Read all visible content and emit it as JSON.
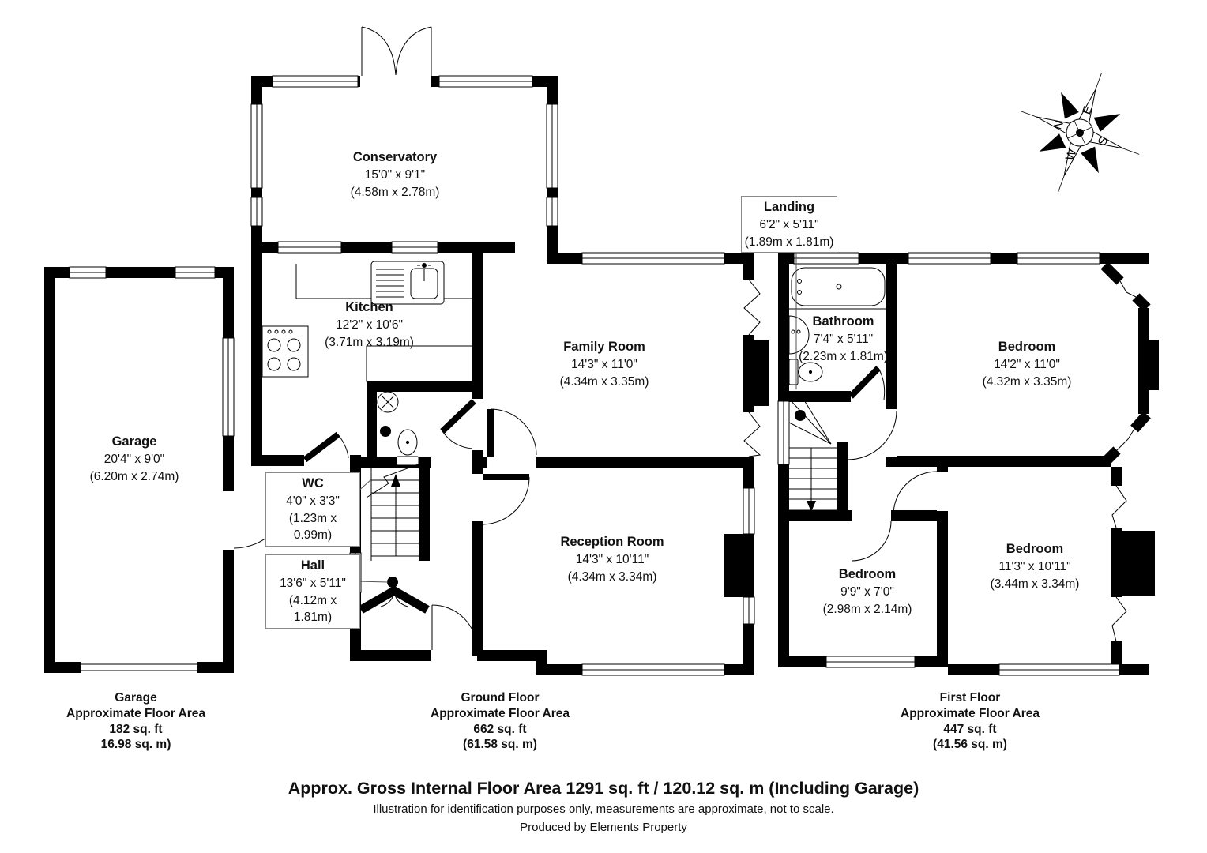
{
  "rooms": {
    "garage": {
      "name": "Garage",
      "imperial": "20'4\" x 9'0\"",
      "metric": "(6.20m x 2.74m)"
    },
    "conservatory": {
      "name": "Conservatory",
      "imperial": "15'0\" x 9'1\"",
      "metric": "(4.58m x 2.78m)"
    },
    "kitchen": {
      "name": "Kitchen",
      "imperial": "12'2\" x 10'6\"",
      "metric": "(3.71m x 3.19m)"
    },
    "family_room": {
      "name": "Family Room",
      "imperial": "14'3\" x 11'0\"",
      "metric": "(4.34m x 3.35m)"
    },
    "wc": {
      "name": "WC",
      "imperial": "4'0\" x 3'3\"",
      "metric": "(1.23m x 0.99m)"
    },
    "hall": {
      "name": "Hall",
      "imperial": "13'6\" x 5'11\"",
      "metric": "(4.12m x 1.81m)"
    },
    "reception_room": {
      "name": "Reception Room",
      "imperial": "14'3\" x 10'11\"",
      "metric": "(4.34m x 3.34m)"
    },
    "landing": {
      "name": "Landing",
      "imperial": "6'2\" x 5'11\"",
      "metric": "(1.89m x 1.81m)"
    },
    "bathroom": {
      "name": "Bathroom",
      "imperial": "7'4\" x 5'11\"",
      "metric": "(2.23m x 1.81m)"
    },
    "bedroom_front": {
      "name": "Bedroom",
      "imperial": "14'2\" x 11'0\"",
      "metric": "(4.32m x 3.35m)"
    },
    "bedroom_small": {
      "name": "Bedroom",
      "imperial": "9'9\" x 7'0\"",
      "metric": "(2.98m x 2.14m)"
    },
    "bedroom_back": {
      "name": "Bedroom",
      "imperial": "11'3\" x 10'11\"",
      "metric": "(3.44m x 3.34m)"
    }
  },
  "summaries": {
    "garage": {
      "l1": "Garage",
      "l2": "Approximate Floor Area",
      "l3": "182 sq. ft",
      "l4": "16.98 sq. m)"
    },
    "ground": {
      "l1": "Ground Floor",
      "l2": "Approximate Floor Area",
      "l3": "662 sq. ft",
      "l4": "(61.58 sq. m)"
    },
    "first": {
      "l1": "First Floor",
      "l2": "Approximate Floor Area",
      "l3": "447 sq. ft",
      "l4": "(41.56 sq. m)"
    }
  },
  "footer": {
    "gross_area": "Approx. Gross Internal Floor Area 1291 sq. ft / 120.12 sq. m (Including Garage)",
    "disclaimer": "Illustration for identification purposes only, measurements are approximate, not to scale.",
    "credit": "Produced by Elements Property"
  },
  "compass": {
    "n": "N",
    "e": "E",
    "s": "S",
    "w": "W"
  }
}
